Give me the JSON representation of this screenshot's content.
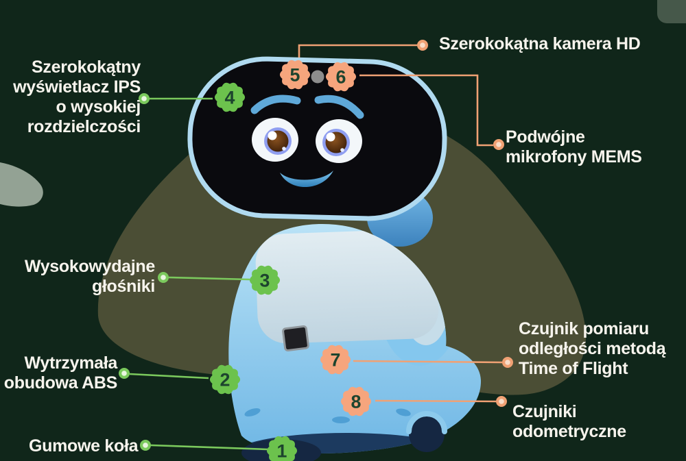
{
  "palette": {
    "background": "#10261a",
    "blob_olive": "#4b4e35",
    "blob_gray": "#93a294",
    "corner_tab": "#46584a",
    "label_text": "#f7f4ed",
    "badge_green": "#6cc24d",
    "badge_orange": "#f6a57d",
    "badge_number": "#1d442e",
    "connector_green": "#7bc95d",
    "connector_orange": "#f0a174",
    "robot_blue": "#8ccbee",
    "robot_screen": "#0a0a0e"
  },
  "callouts": [
    {
      "number": "4",
      "label": "Szerokokątny\nwyświetlacz IPS\no wysokiej\nrozdzielczości",
      "color": "green"
    },
    {
      "number": "5",
      "label": "Szerokokątna kamera HD",
      "color": "orange"
    },
    {
      "number": "6",
      "label": "Podwójne\nmikrofony MEMS",
      "color": "orange"
    },
    {
      "number": "3",
      "label": "Wysokowydajne\ngłośniki",
      "color": "green"
    },
    {
      "number": "2",
      "label": "Wytrzymała\nobudowa ABS",
      "color": "green"
    },
    {
      "number": "1",
      "label": "Gumowe koła",
      "color": "green"
    },
    {
      "number": "7",
      "label": "Czujnik pomiaru\nodległości metodą\nTime of Flight",
      "color": "orange"
    },
    {
      "number": "8",
      "label": "Czujniki\nodometryczne",
      "color": "orange"
    }
  ]
}
